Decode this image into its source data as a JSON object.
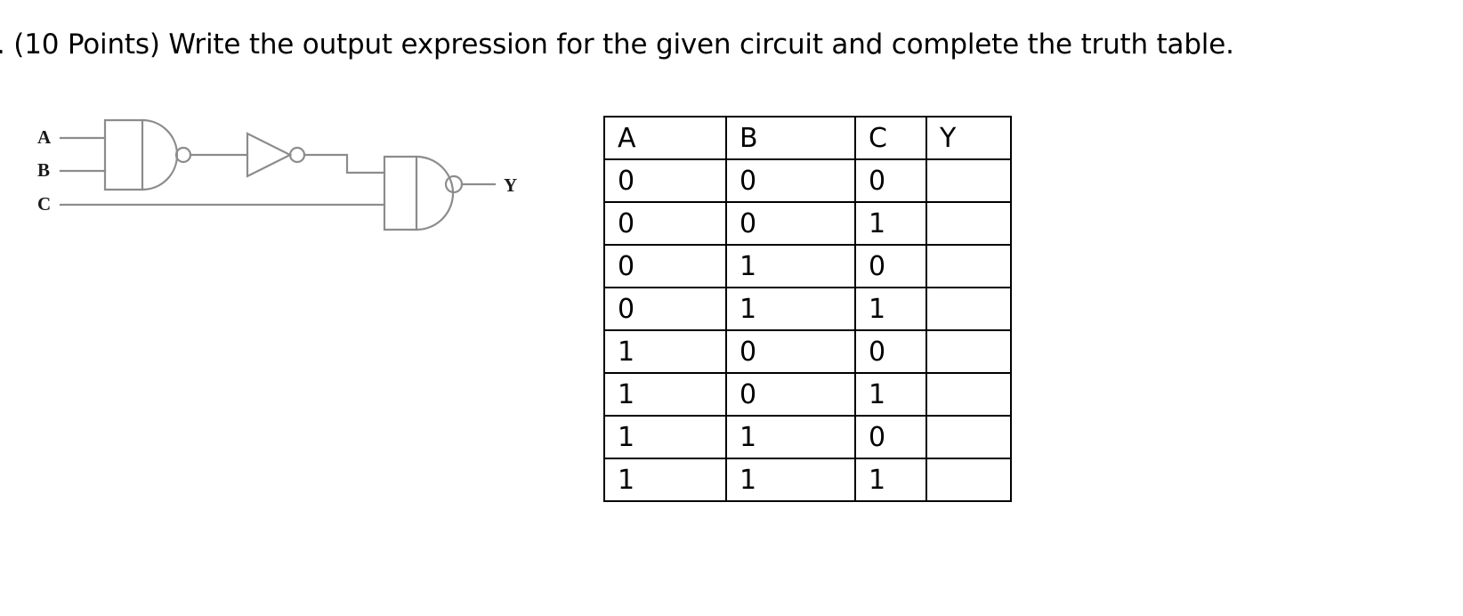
{
  "question": {
    "text": ". (10 Points) Write the output expression for the given circuit and complete the truth table."
  },
  "circuit": {
    "input_labels": [
      "A",
      "B",
      "C"
    ],
    "output_label": "Y",
    "gates": [
      {
        "name": "nand-gate-1",
        "type": "NAND",
        "inputs": [
          "A",
          "B"
        ]
      },
      {
        "name": "inverter",
        "type": "NOT",
        "inputs": [
          "nand-gate-1"
        ]
      },
      {
        "name": "nand-gate-2",
        "type": "NAND",
        "inputs": [
          "inverter",
          "C"
        ]
      }
    ],
    "wire_color": "#8c8c8c",
    "gate_outline_color": "#8c8c8c"
  },
  "truth_table": {
    "headers": [
      "A",
      "B",
      "C",
      "Y"
    ],
    "rows": [
      [
        "0",
        "0",
        "0",
        ""
      ],
      [
        "0",
        "0",
        "1",
        ""
      ],
      [
        "0",
        "1",
        "0",
        ""
      ],
      [
        "0",
        "1",
        "1",
        ""
      ],
      [
        "1",
        "0",
        "0",
        ""
      ],
      [
        "1",
        "0",
        "1",
        ""
      ],
      [
        "1",
        "1",
        "0",
        ""
      ],
      [
        "1",
        "1",
        "1",
        ""
      ]
    ],
    "border_color": "#000000"
  }
}
